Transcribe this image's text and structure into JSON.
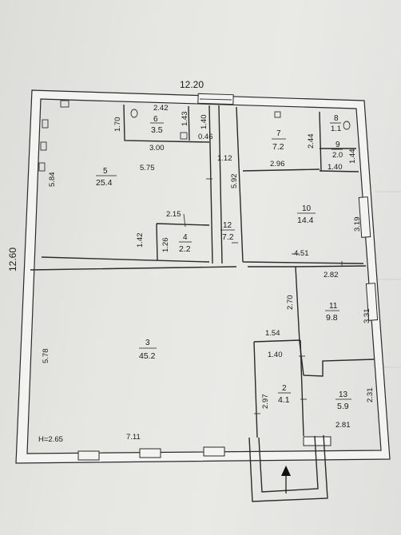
{
  "plan": {
    "overall_width": "12.20",
    "overall_height": "12.60",
    "ceiling_height": "H=2.65",
    "rooms": [
      {
        "id": "1",
        "number": "",
        "area": ""
      },
      {
        "id": "2",
        "number": "2",
        "area": "4.1"
      },
      {
        "id": "3",
        "number": "3",
        "area": "45.2"
      },
      {
        "id": "4",
        "number": "4",
        "area": "2.2"
      },
      {
        "id": "5",
        "number": "5",
        "area": "25.4"
      },
      {
        "id": "6",
        "number": "6",
        "area": "3.5"
      },
      {
        "id": "7",
        "number": "7",
        "area": "7.2"
      },
      {
        "id": "8",
        "number": "8",
        "area": "1.1"
      },
      {
        "id": "9",
        "number": "9",
        "area": "2.0"
      },
      {
        "id": "10",
        "number": "10",
        "area": "14.4"
      },
      {
        "id": "11",
        "number": "11",
        "area": "9.8"
      },
      {
        "id": "12",
        "number": "12",
        "area": "7.2"
      },
      {
        "id": "13",
        "number": "13",
        "area": "5.9"
      }
    ],
    "dimensions": {
      "d_170": "1.70",
      "d_242": "2.42",
      "d_143": "1.43",
      "d_140a": "1.40",
      "d_046": "0.46",
      "d_300": "3.00",
      "d_584": "5.84",
      "d_575": "5.75",
      "d_112": "1.12",
      "d_592": "5.92",
      "d_244": "2.44",
      "d_296": "2.96",
      "d_140b": "1.40",
      "d_144": "1.44",
      "d_215": "2.15",
      "d_142": "1.42",
      "d_126": "1.26",
      "d_319": "3.19",
      "d_451": "4.51",
      "d_282": "2.82",
      "d_270": "2.70",
      "d_331": "3.31",
      "d_578": "5.78",
      "d_154": "1.54",
      "d_140c": "1.40",
      "d_297": "2.97",
      "d_231": "2.31",
      "d_281": "2.81",
      "d_711": "7.11"
    }
  }
}
